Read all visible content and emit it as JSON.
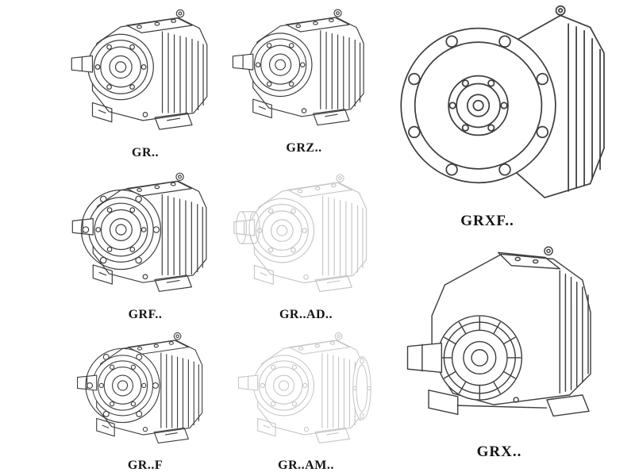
{
  "page": {
    "background": "#ffffff",
    "description_visible": "catalog sheet of eight helical gear reducer technical line drawings arranged in a grid"
  },
  "colors": {
    "line": "#3f3f3f",
    "ghost": "#c7c7c7",
    "text": "#141414",
    "bg": "#ffffff"
  },
  "models": [
    {
      "label": "GR..",
      "rendering": "solid"
    },
    {
      "label": "GRZ..",
      "rendering": "solid"
    },
    {
      "label": "GRXF..",
      "rendering": "solid"
    },
    {
      "label": "GRF..",
      "rendering": "solid"
    },
    {
      "label": "GR..AD..",
      "rendering": "ghost"
    },
    {
      "label": "GR..F",
      "rendering": "solid"
    },
    {
      "label": "GR..AM..",
      "rendering": "ghost"
    },
    {
      "label": "GRX..",
      "rendering": "solid"
    }
  ]
}
